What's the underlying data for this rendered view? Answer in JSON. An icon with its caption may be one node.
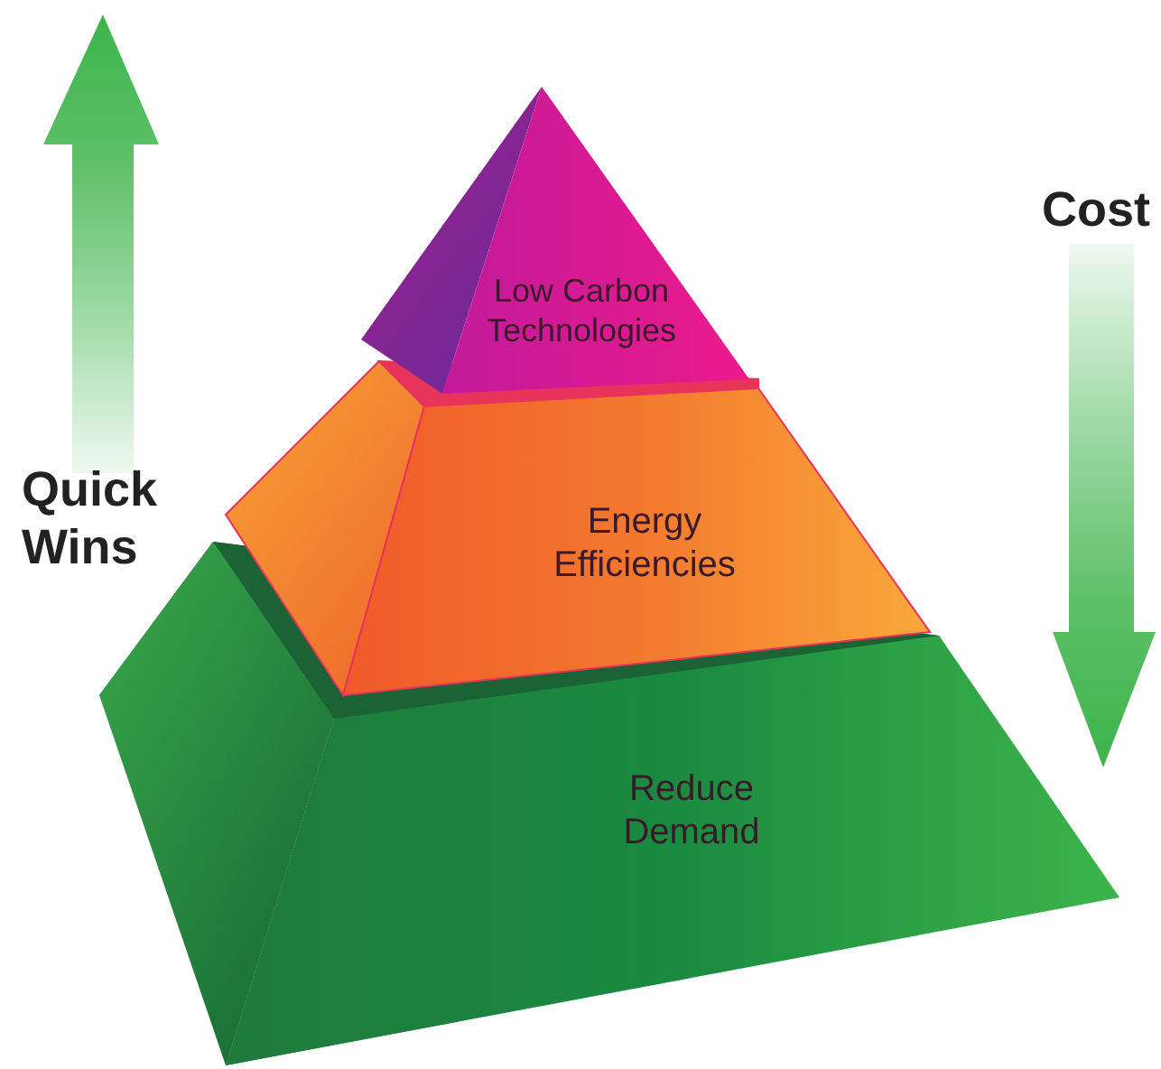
{
  "diagram": {
    "nodes": [
      {
        "text": [
          "Reduce Demand"
        ]
      },
      {
        "text": [
          "Energy Efficiencies"
        ]
      },
      {
        "text": [
          "Low Carbon Technologies"
        ]
      }
    ],
    "labels": [
      "Quick Wins",
      "Cost"
    ]
  }
}
